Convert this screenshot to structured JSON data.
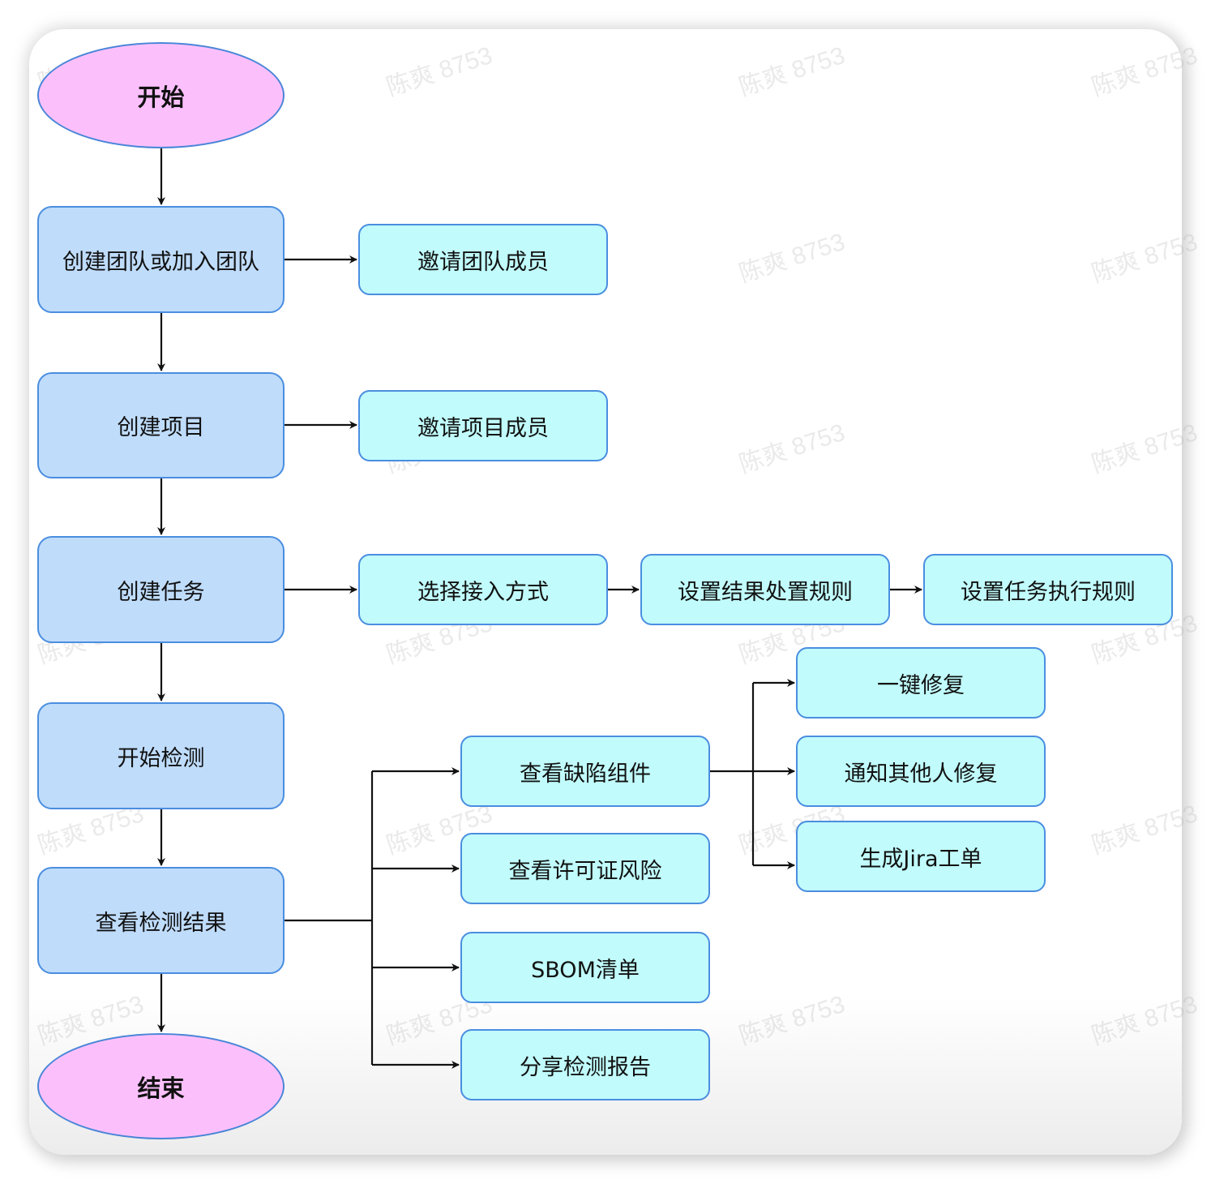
{
  "diagram": {
    "type": "flowchart",
    "colors": {
      "terminal_fill": "#fbc0fb",
      "main_step_fill": "#bfdcfb",
      "sub_step_fill": "#c1fbfb",
      "border": "#4a8ee0",
      "edge": "#111111"
    },
    "watermark": "陈爽 8753",
    "nodes": {
      "start": "开始",
      "create_team": "创建团队或加入团队",
      "invite_team": "邀请团队成员",
      "create_project": "创建项目",
      "invite_project": "邀请项目成员",
      "create_task": "创建任务",
      "select_access": "选择接入方式",
      "result_rules": "设置结果处置规则",
      "exec_rules": "设置任务执行规则",
      "start_scan": "开始检测",
      "view_results": "查看检测结果",
      "view_defects": "查看缺陷组件",
      "view_license": "查看许可证风险",
      "sbom": "SBOM清单",
      "share_report": "分享检测报告",
      "one_click_fix": "一键修复",
      "notify_fix": "通知其他人修复",
      "jira_ticket": "生成Jira工单",
      "end": "结束"
    },
    "edges": [
      [
        "start",
        "create_team"
      ],
      [
        "create_team",
        "invite_team"
      ],
      [
        "create_team",
        "create_project"
      ],
      [
        "create_project",
        "invite_project"
      ],
      [
        "create_project",
        "create_task"
      ],
      [
        "create_task",
        "select_access"
      ],
      [
        "select_access",
        "result_rules"
      ],
      [
        "result_rules",
        "exec_rules"
      ],
      [
        "create_task",
        "start_scan"
      ],
      [
        "start_scan",
        "view_results"
      ],
      [
        "view_results",
        "view_defects"
      ],
      [
        "view_results",
        "view_license"
      ],
      [
        "view_results",
        "sbom"
      ],
      [
        "view_results",
        "share_report"
      ],
      [
        "view_defects",
        "one_click_fix"
      ],
      [
        "view_defects",
        "notify_fix"
      ],
      [
        "view_defects",
        "jira_ticket"
      ],
      [
        "view_results",
        "end"
      ]
    ]
  }
}
